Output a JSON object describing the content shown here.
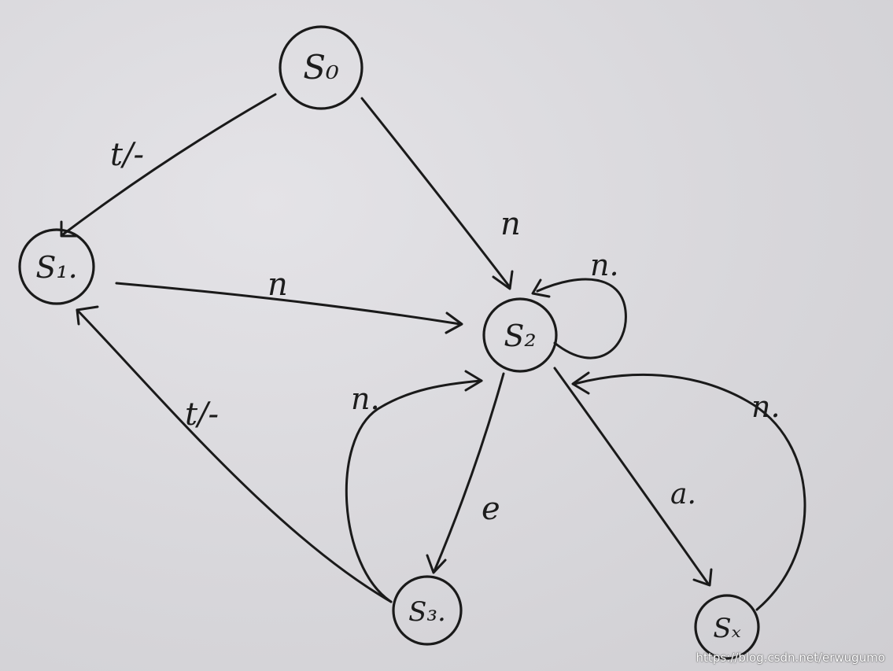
{
  "states": [
    {
      "id": "s0",
      "label": "S₀"
    },
    {
      "id": "s1",
      "label": "S₁."
    },
    {
      "id": "s2",
      "label": "S₂"
    },
    {
      "id": "s3",
      "label": "S₃."
    },
    {
      "id": "sx",
      "label": "Sₓ"
    }
  ],
  "edges": [
    {
      "id": "s0-s1",
      "label": "t/-"
    },
    {
      "id": "s0-s2",
      "label": "n"
    },
    {
      "id": "s1-s2",
      "label": "n"
    },
    {
      "id": "s2-s2",
      "label": "n."
    },
    {
      "id": "s2-s3",
      "label": "e"
    },
    {
      "id": "s3-s2",
      "label": "n."
    },
    {
      "id": "s3-s1",
      "label": "t/-"
    },
    {
      "id": "s2-sx",
      "label": "a."
    },
    {
      "id": "sx-s2",
      "label": "n."
    }
  ],
  "watermark": "https://blog.csdn.net/erwugumo"
}
